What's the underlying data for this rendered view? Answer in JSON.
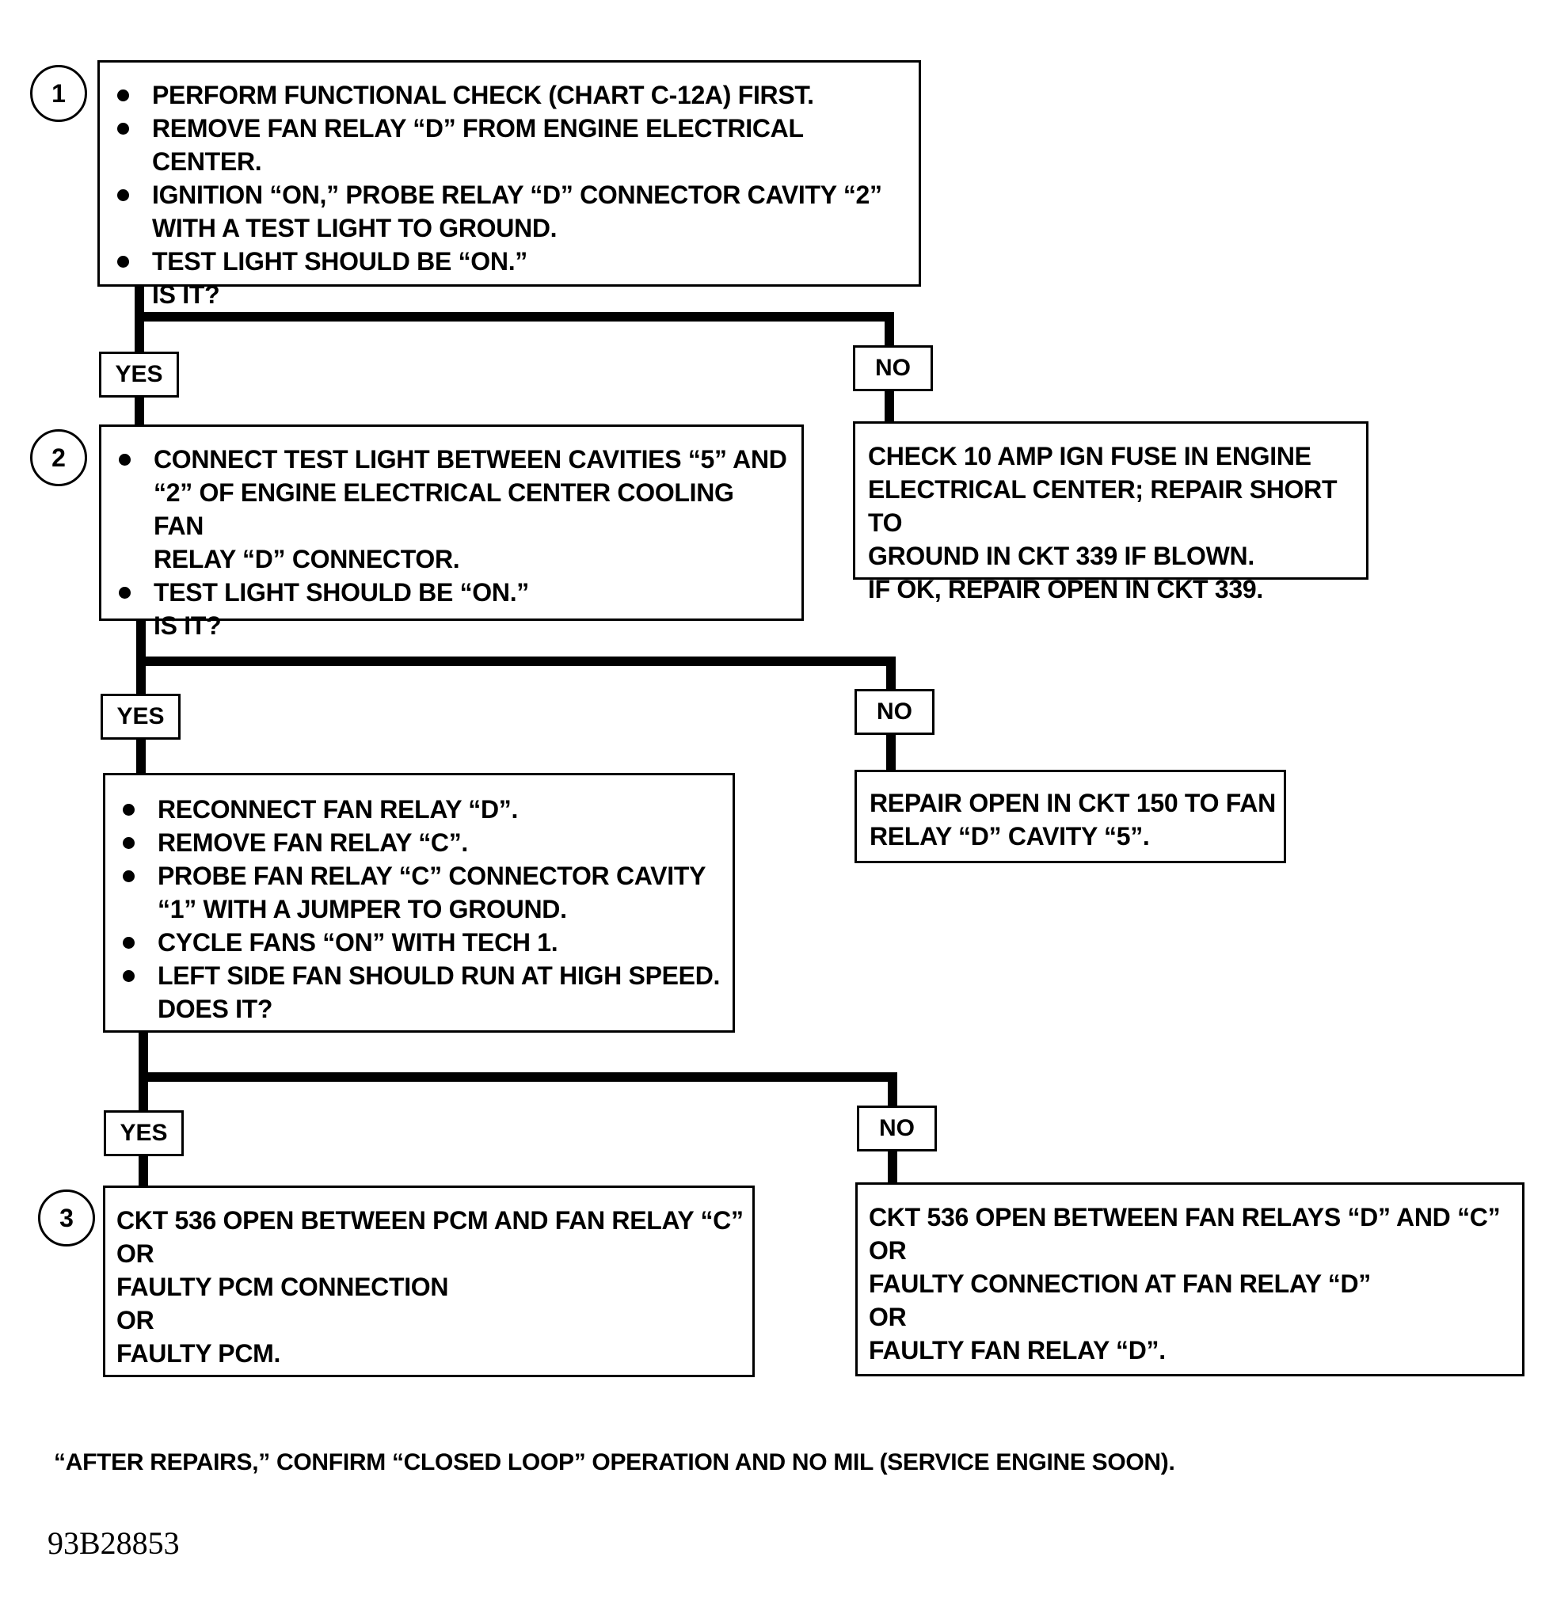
{
  "steps": {
    "step1": {
      "number": "1",
      "bullets": [
        "PERFORM FUNCTIONAL CHECK (CHART C-12A) FIRST.",
        "REMOVE FAN RELAY “D” FROM ENGINE ELECTRICAL CENTER.",
        "IGNITION “ON,” PROBE RELAY “D” CONNECTOR CAVITY “2”",
        "TEST LIGHT SHOULD BE “ON.”"
      ],
      "bullet3_cont": "WITH A TEST LIGHT TO GROUND.",
      "question": "IS IT?"
    },
    "step2": {
      "number": "2",
      "bullets": [
        "CONNECT TEST LIGHT BETWEEN CAVITIES “5” AND",
        "TEST LIGHT SHOULD BE “ON.”"
      ],
      "bullet1_cont": [
        "“2” OF ENGINE ELECTRICAL CENTER COOLING FAN",
        "RELAY “D” CONNECTOR."
      ],
      "question": "IS IT?"
    },
    "step_fan": {
      "bullets": [
        "RECONNECT FAN RELAY “D”.",
        "REMOVE FAN RELAY “C”.",
        "PROBE FAN RELAY “C” CONNECTOR CAVITY",
        "CYCLE FANS “ON” WITH TECH 1.",
        "LEFT SIDE FAN SHOULD RUN AT HIGH SPEED."
      ],
      "bullet3_cont": "“1” WITH A JUMPER TO GROUND.",
      "question": "DOES IT?"
    },
    "step3": {
      "number": "3",
      "lines": [
        "CKT 536 OPEN BETWEEN PCM AND FAN RELAY “C”",
        "OR",
        "FAULTY PCM CONNECTION",
        "OR",
        "FAULTY PCM."
      ]
    }
  },
  "results": {
    "no1": [
      "CHECK 10 AMP IGN FUSE IN ENGINE",
      "ELECTRICAL CENTER; REPAIR SHORT TO",
      "GROUND IN CKT 339 IF BLOWN.",
      "IF OK, REPAIR OPEN IN CKT 339."
    ],
    "no2": [
      "REPAIR OPEN IN CKT 150 TO FAN",
      "RELAY “D” CAVITY “5”."
    ],
    "no3": [
      "CKT 536 OPEN BETWEEN FAN RELAYS “D” AND “C”",
      "OR",
      "FAULTY CONNECTION AT FAN RELAY “D”",
      "OR",
      "FAULTY FAN RELAY “D”."
    ]
  },
  "labels": {
    "yes": "YES",
    "no": "NO"
  },
  "footer": "“AFTER REPAIRS,” CONFIRM “CLOSED LOOP” OPERATION AND NO MIL (SERVICE ENGINE SOON).",
  "figure_code": "93B28853"
}
